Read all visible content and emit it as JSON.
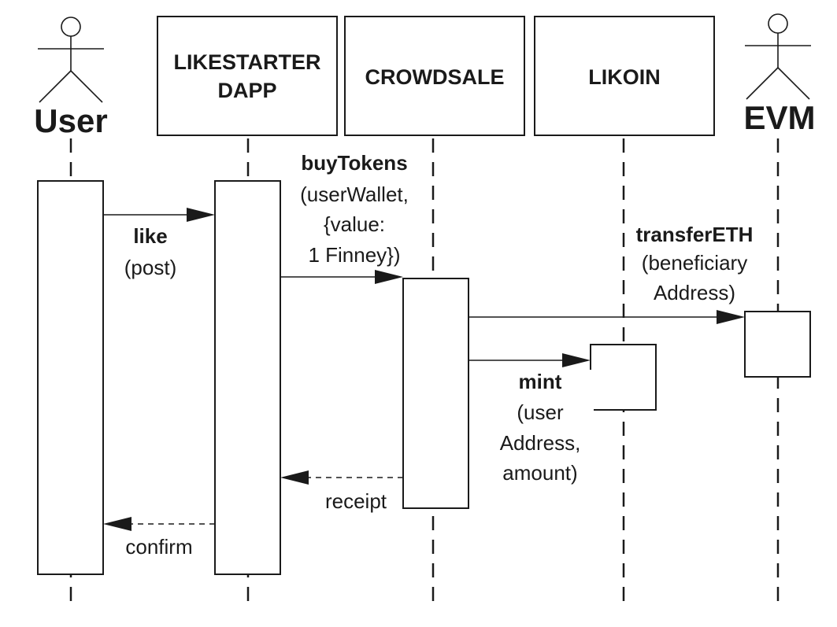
{
  "actors": [
    {
      "id": "user",
      "name": "User"
    },
    {
      "id": "evm",
      "name": "EVM"
    }
  ],
  "participants": [
    {
      "id": "dapp",
      "lines": [
        "LIKESTARTER",
        "DAPP"
      ]
    },
    {
      "id": "crowdsale",
      "lines": [
        "CROWDSALE"
      ]
    },
    {
      "id": "likoin",
      "lines": [
        "LIKOIN"
      ]
    }
  ],
  "messages": [
    {
      "id": "like",
      "from": "user",
      "to": "dapp",
      "type": "call",
      "name": "like",
      "args": [
        "(post)"
      ]
    },
    {
      "id": "buy",
      "from": "dapp",
      "to": "crowdsale",
      "type": "call",
      "name": "buyTokens",
      "args": [
        "(userWallet,",
        "{value:",
        "1 Finney})"
      ]
    },
    {
      "id": "transfer",
      "from": "crowdsale",
      "to": "evm",
      "type": "call",
      "name": "transferETH",
      "args": [
        "(beneficiary",
        "Address)"
      ]
    },
    {
      "id": "mint",
      "from": "crowdsale",
      "to": "likoin",
      "type": "call",
      "name": "mint",
      "args": [
        "(user",
        "Address,",
        "amount)"
      ]
    },
    {
      "id": "receipt",
      "from": "crowdsale",
      "to": "dapp",
      "type": "return",
      "name": "receipt",
      "args": []
    },
    {
      "id": "confirm",
      "from": "dapp",
      "to": "user",
      "type": "return",
      "name": "confirm",
      "args": []
    }
  ]
}
